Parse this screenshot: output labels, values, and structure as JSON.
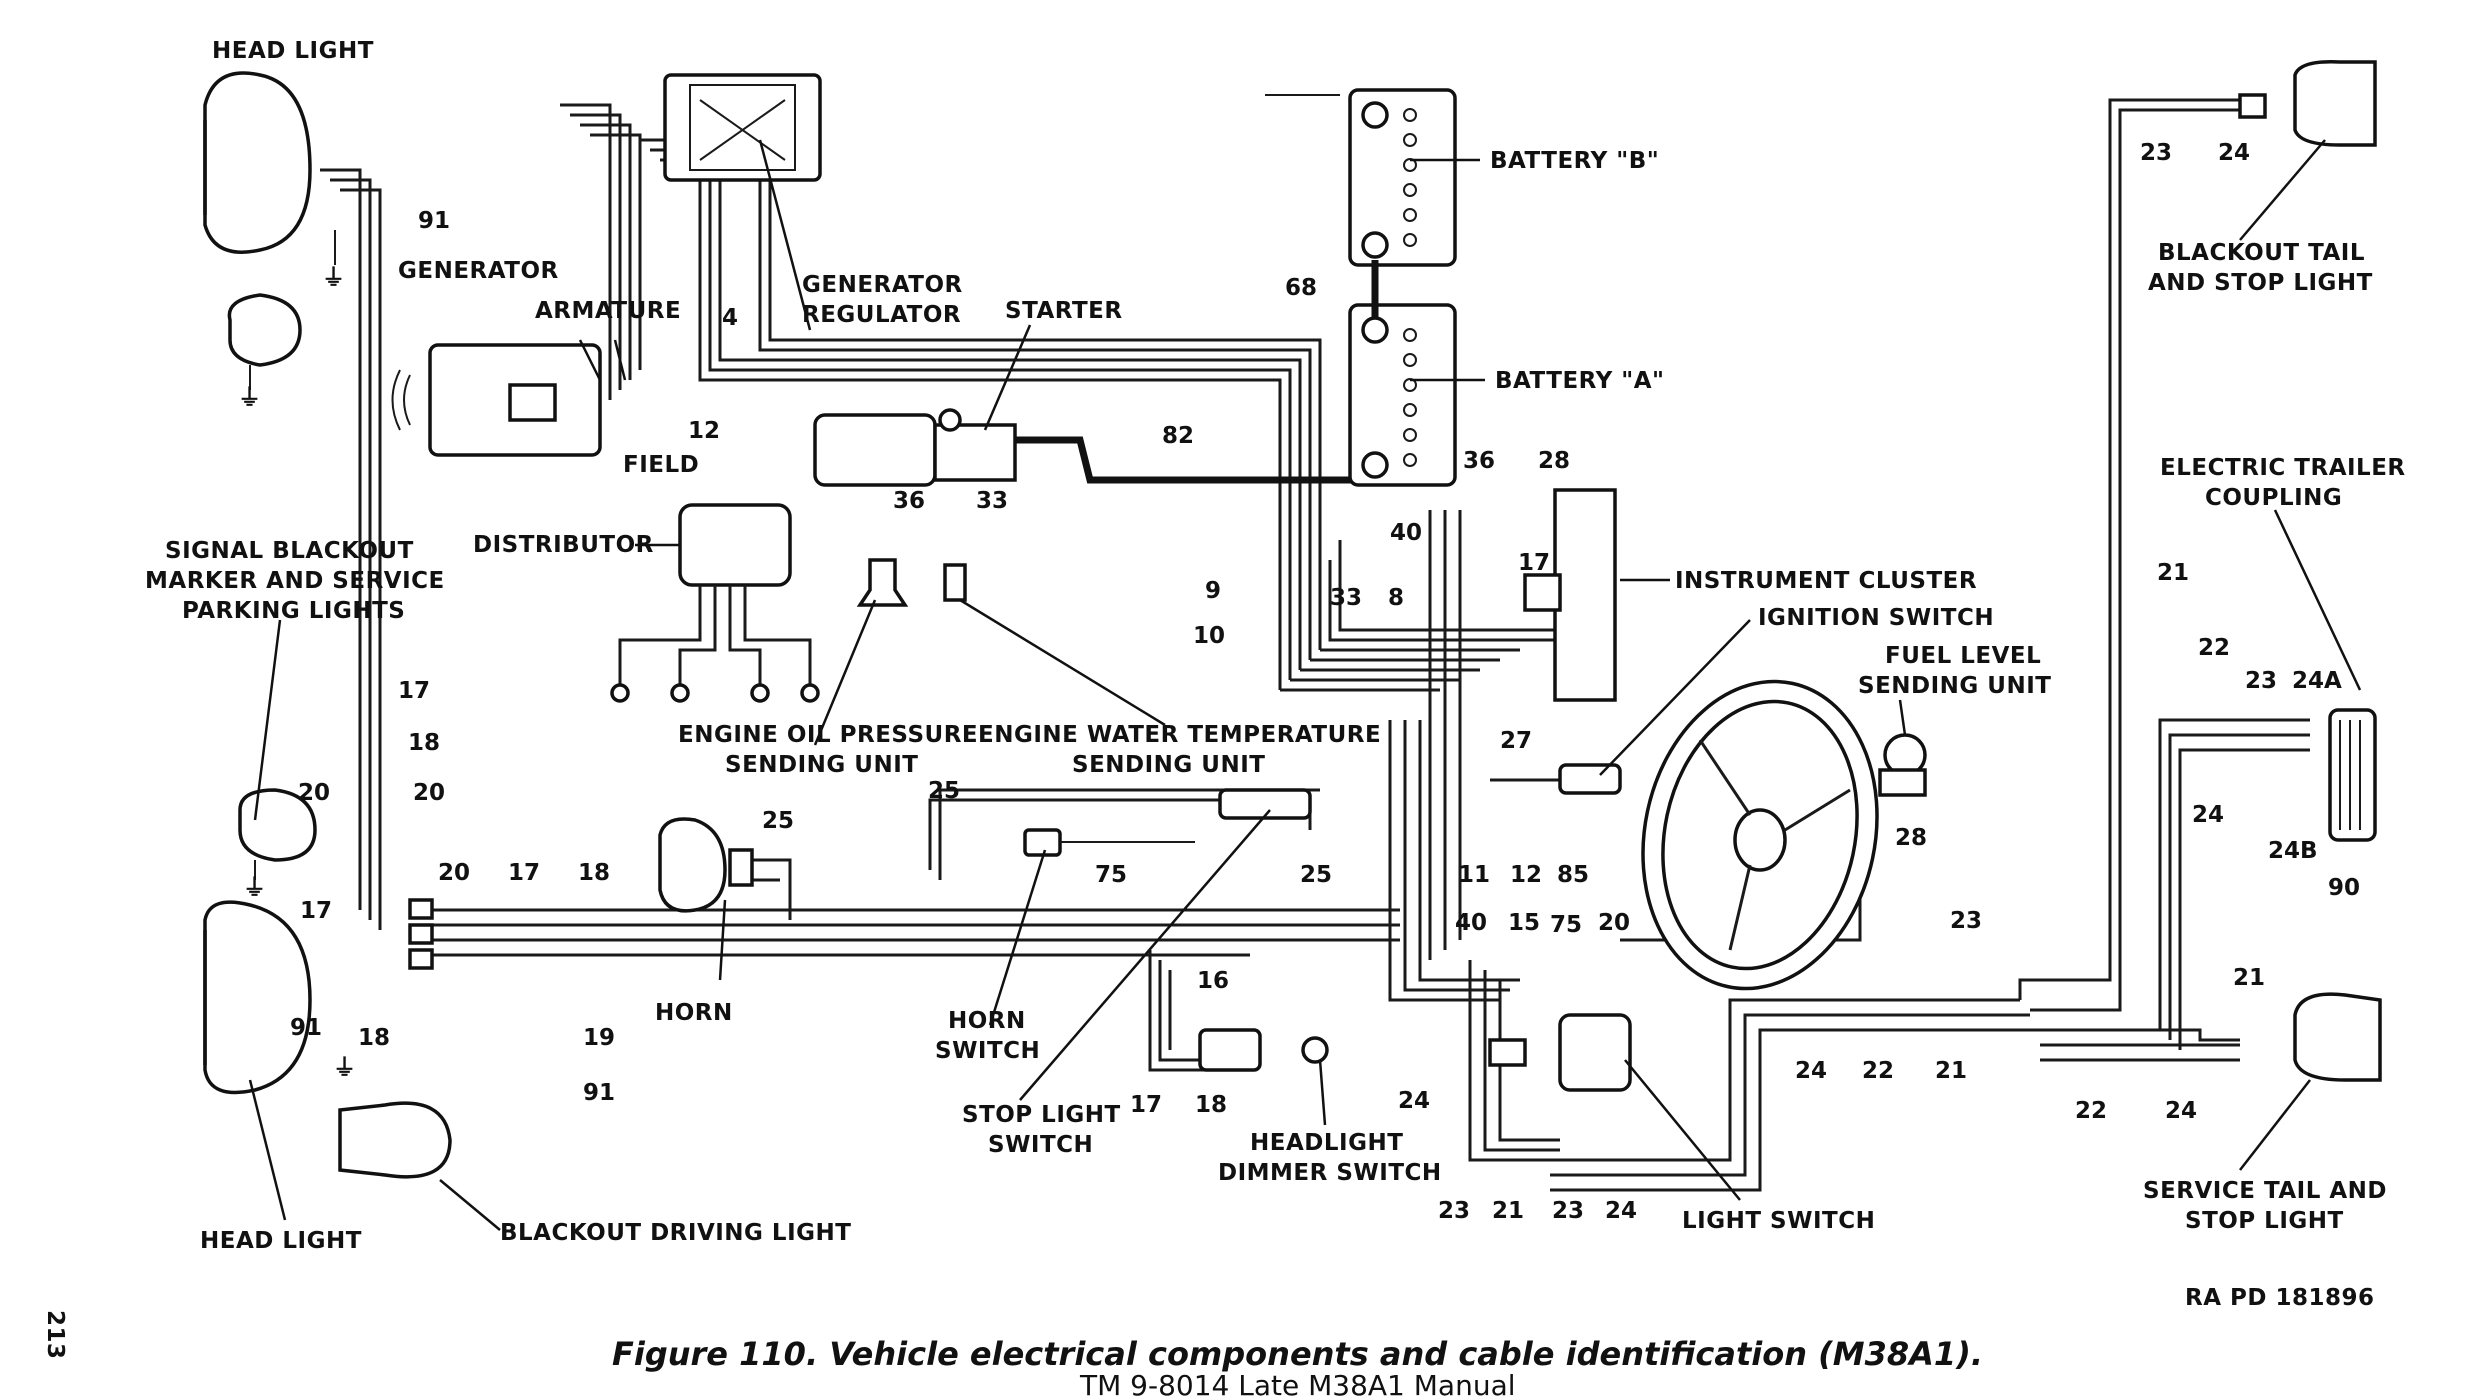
{
  "labels": {
    "head_light_top": "HEAD LIGHT",
    "head_light_bottom": "HEAD LIGHT",
    "generator": "GENERATOR",
    "armature": "ARMATURE",
    "field": "FIELD",
    "generator_regulator_1": "GENERATOR",
    "generator_regulator_2": "REGULATOR",
    "starter": "STARTER",
    "battery_b": "BATTERY \"B\"",
    "battery_a": "BATTERY \"A\"",
    "distributor": "DISTRIBUTOR",
    "signal_1": "SIGNAL BLACKOUT",
    "signal_2": "MARKER AND SERVICE",
    "signal_3": "PARKING LIGHTS",
    "oil_1": "ENGINE OIL PRESSURE",
    "oil_2": "SENDING UNIT",
    "water_1": "ENGINE WATER TEMPERATURE",
    "water_2": "SENDING UNIT",
    "instrument_cluster": "INSTRUMENT CLUSTER",
    "ignition_switch": "IGNITION SWITCH",
    "fuel_1": "FUEL LEVEL",
    "fuel_2": "SENDING UNIT",
    "blackout_tail_1": "BLACKOUT TAIL",
    "blackout_tail_2": "AND STOP LIGHT",
    "trailer_1": "ELECTRIC TRAILER",
    "trailer_2": "COUPLING",
    "horn": "HORN",
    "horn_switch_1": "HORN",
    "horn_switch_2": "SWITCH",
    "stop_switch_1": "STOP LIGHT",
    "stop_switch_2": "SWITCH",
    "dimmer_1": "HEADLIGHT",
    "dimmer_2": "DIMMER SWITCH",
    "light_switch": "LIGHT SWITCH",
    "blackout_driving": "BLACKOUT DRIVING LIGHT",
    "service_tail_1": "SERVICE TAIL AND",
    "service_tail_2": "STOP LIGHT"
  },
  "wire_numbers": {
    "n91a": "91",
    "n4": "4",
    "n12": "12",
    "n68": "68",
    "n82": "82",
    "n36a": "36",
    "n33a": "33",
    "n36b": "36",
    "n28a": "28",
    "n40a": "40",
    "n17a": "17",
    "n9": "9",
    "n10": "10",
    "n33b": "33",
    "n8": "8",
    "n27": "27",
    "n11": "11",
    "n12b": "12",
    "n85": "85",
    "n28b": "28",
    "n23a": "23",
    "n24a": "24",
    "n21a": "21",
    "n22a": "22",
    "n23b": "23",
    "n24Aa": "24A",
    "n24b": "24",
    "n24B": "24B",
    "n90": "90",
    "n17b": "17",
    "n18a": "18",
    "n20a": "20",
    "n20b": "20",
    "n17c": "17",
    "n18b": "18",
    "n17d": "17",
    "n91b": "91",
    "n18c": "18",
    "n19": "19",
    "n91c": "91",
    "n25a": "25",
    "n25b": "25",
    "n75a": "75",
    "n25c": "25",
    "n40b": "40",
    "n15": "15",
    "n75b": "75",
    "n20c": "20",
    "n16": "16",
    "n17e": "17",
    "n18d": "18",
    "n24c": "24",
    "n23c": "23",
    "n21b": "21",
    "n23d": "23",
    "n24d": "24",
    "n23e": "23",
    "n24e": "24",
    "n22b": "22",
    "n21c": "21",
    "n21d": "21",
    "n22c": "22",
    "n24f": "24"
  },
  "ref_code": "RA PD 181896",
  "caption": "Figure 110.  Vehicle electrical components and cable identification (M38A1).",
  "page_number": "213",
  "footer": "TM 9-8014 Late M38A1 Manual"
}
